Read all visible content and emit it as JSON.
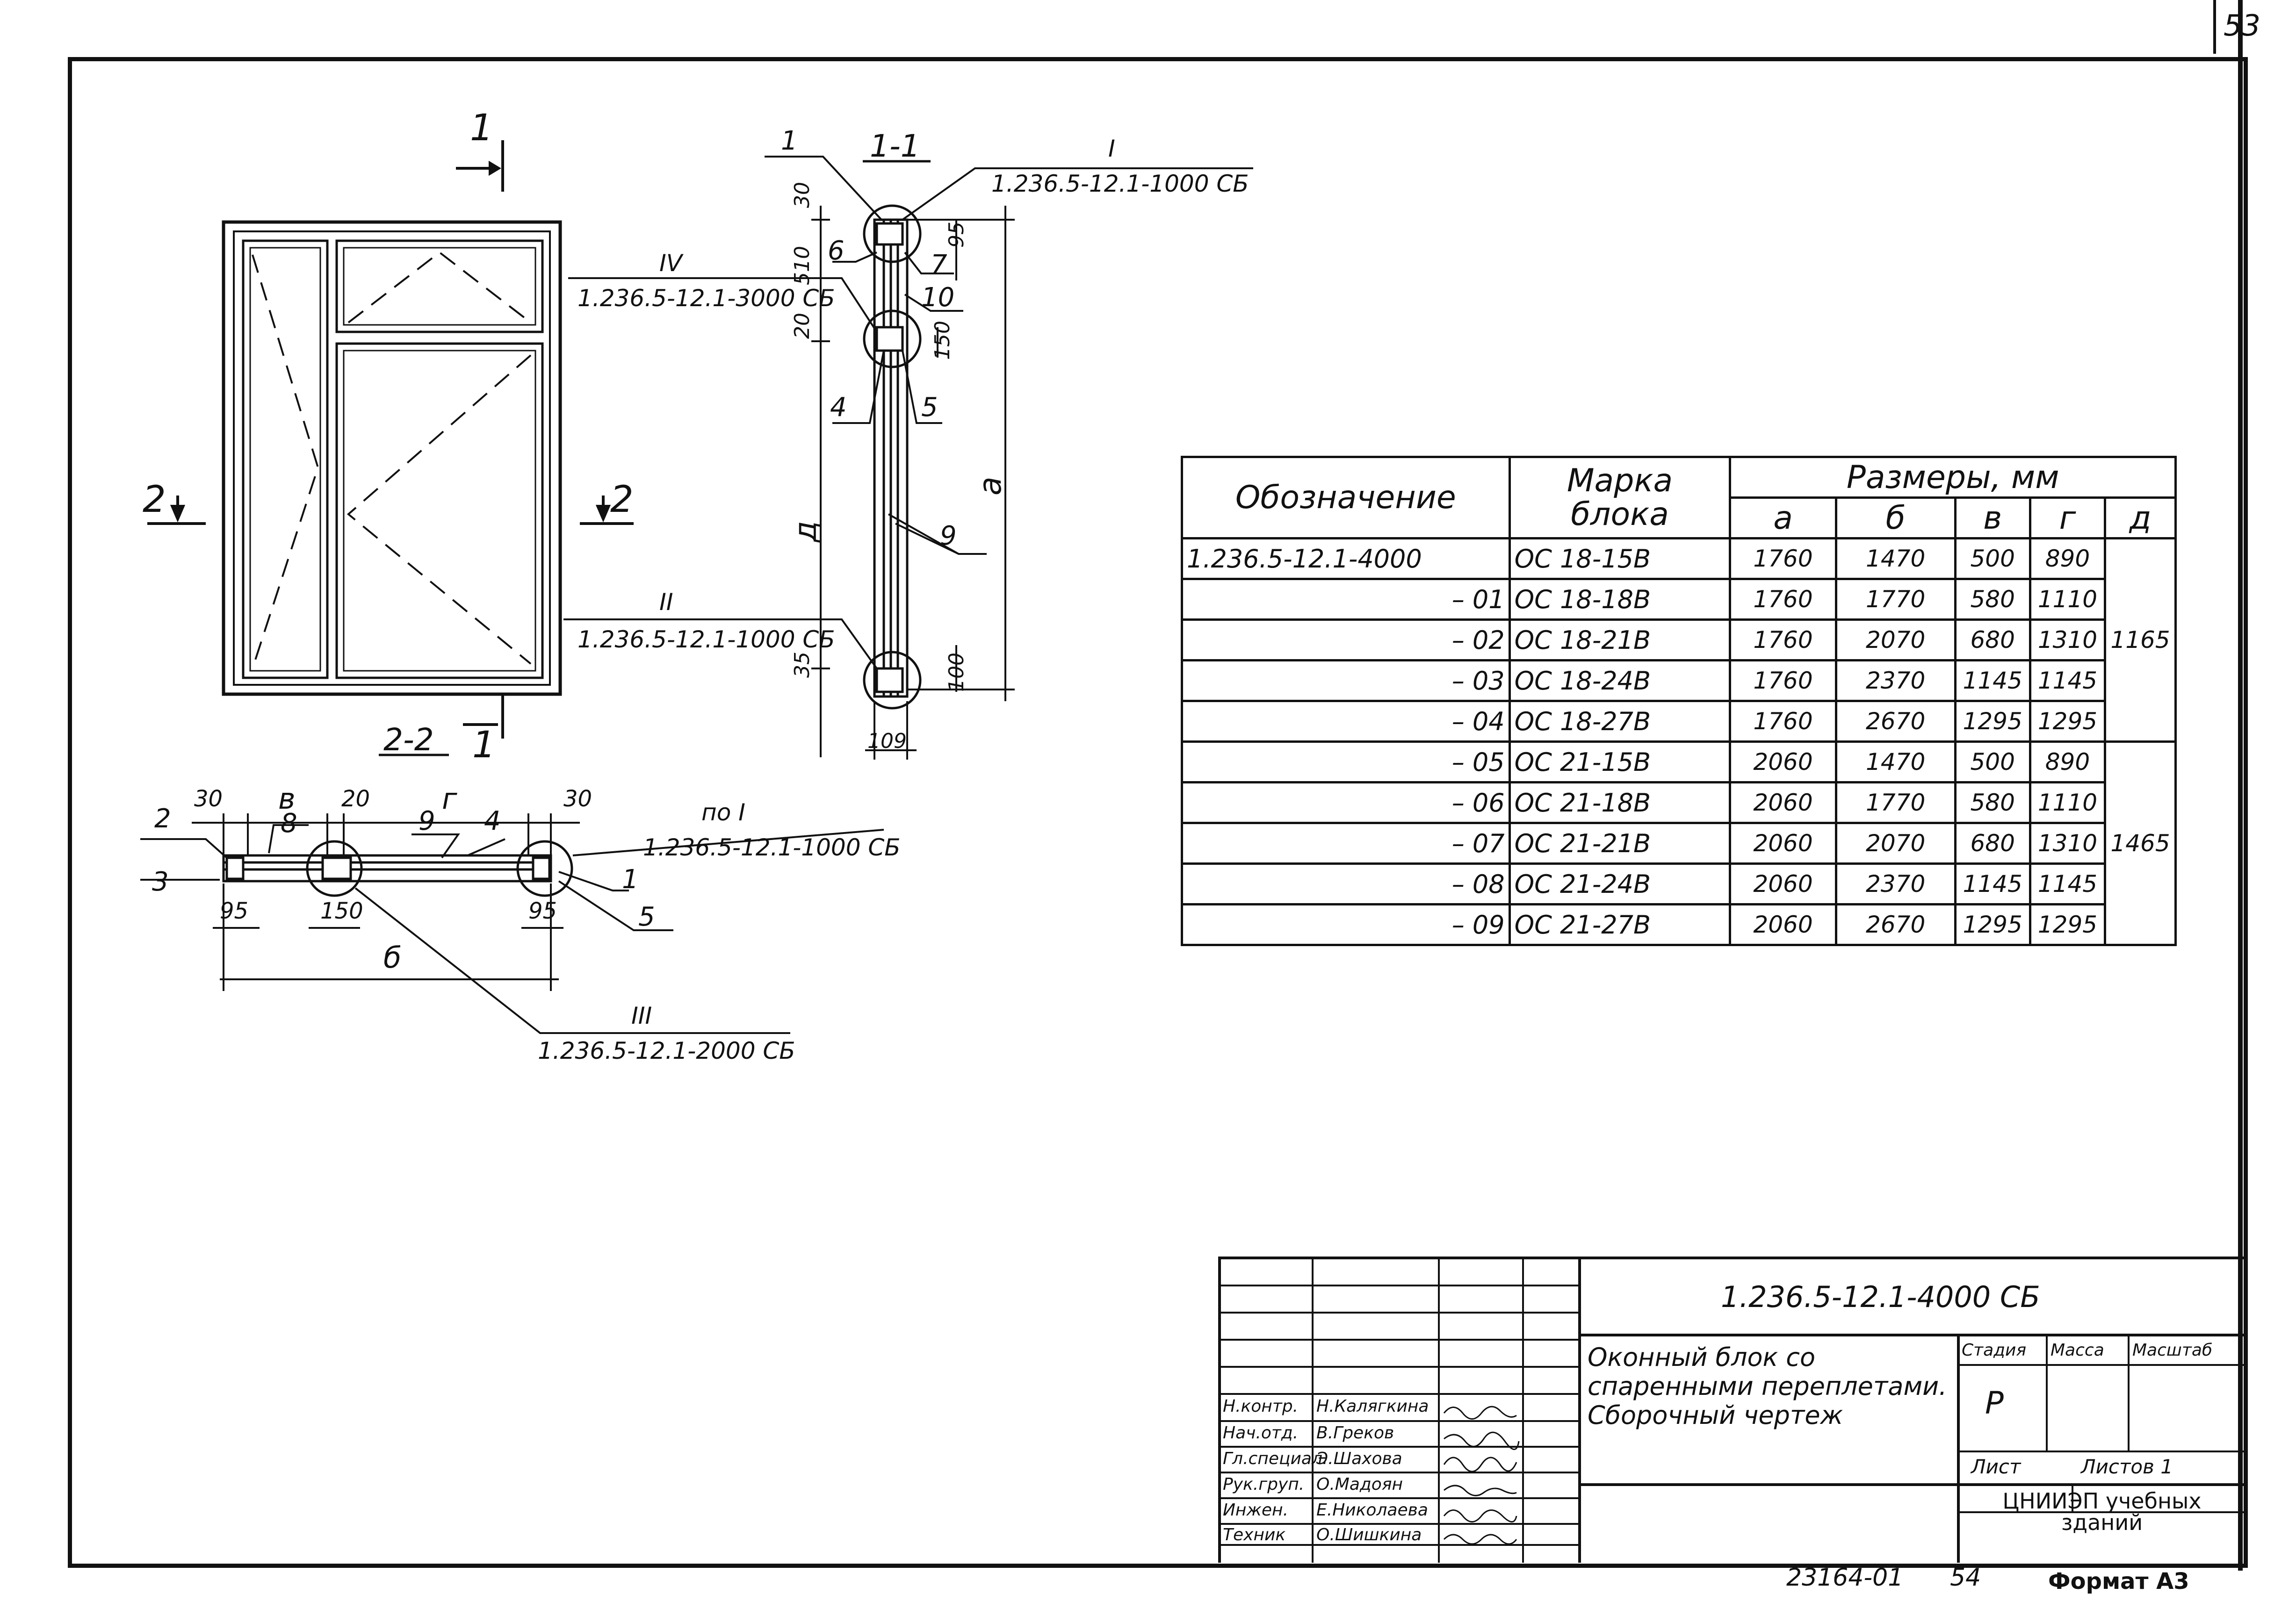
{
  "page_number": "53",
  "drawing": {
    "section_mark_1": "1",
    "section_mark_1_bottom": "1",
    "section_mark_2_left": "2",
    "section_mark_2_right": "2",
    "section_title_11": "1-1",
    "section_title_22": "2-2",
    "callouts": {
      "c1_roman": "I",
      "c1_code": "1.236.5-12.1-1000 СБ",
      "c4_roman": "IV",
      "c4_code": "1.236.5-12.1-3000 СБ",
      "c2_roman": "II",
      "c2_code": "1.236.5-12.1-1000 СБ",
      "c3_roman": "III",
      "c3_code": "1.236.5-12.1-2000 СБ",
      "po_roman": "по I",
      "po_code": "1.236.5-12.1-1000 СБ"
    },
    "section_dims": {
      "d30": "30",
      "d510": "510",
      "d20": "20",
      "d35": "35",
      "d95": "95",
      "d150": "150",
      "d100": "100",
      "d109": "109",
      "a": "а",
      "d": "д"
    },
    "plan_dims": {
      "d30a": "30",
      "v": "в",
      "d20": "20",
      "g": "г",
      "d30b": "30",
      "d95a": "95",
      "d150": "150",
      "d95b": "95",
      "b": "б"
    },
    "positions": {
      "p1": "1",
      "p2": "2",
      "p3": "3",
      "p4": "4",
      "p5": "5",
      "p6": "6",
      "p7": "7",
      "p8": "8",
      "p9": "9",
      "p10": "10",
      "s1": "1",
      "s4": "4",
      "s5": "5",
      "s9": "9"
    }
  },
  "spec_table": {
    "headers": {
      "designation": "Обозначение",
      "mark": "Марка блока",
      "sizes": "Размеры, мм",
      "a": "а",
      "b": "б",
      "v": "в",
      "g": "г",
      "d": "д"
    },
    "rows": [
      {
        "designation": "1.236.5-12.1-4000",
        "mark": "ОС 18-15В",
        "a": "1760",
        "b": "1470",
        "v": "500",
        "g": "890"
      },
      {
        "designation": "– 01",
        "mark": "ОС 18-18В",
        "a": "1760",
        "b": "1770",
        "v": "580",
        "g": "1110"
      },
      {
        "designation": "– 02",
        "mark": "ОС 18-21В",
        "a": "1760",
        "b": "2070",
        "v": "680",
        "g": "1310"
      },
      {
        "designation": "– 03",
        "mark": "ОС 18-24В",
        "a": "1760",
        "b": "2370",
        "v": "1145",
        "g": "1145"
      },
      {
        "designation": "– 04",
        "mark": "ОС 18-27В",
        "a": "1760",
        "b": "2670",
        "v": "1295",
        "g": "1295"
      },
      {
        "designation": "– 05",
        "mark": "ОС 21-15В",
        "a": "2060",
        "b": "1470",
        "v": "500",
        "g": "890"
      },
      {
        "designation": "– 06",
        "mark": "ОС 21-18В",
        "a": "2060",
        "b": "1770",
        "v": "580",
        "g": "1110"
      },
      {
        "designation": "– 07",
        "mark": "ОС 21-21В",
        "a": "2060",
        "b": "2070",
        "v": "680",
        "g": "1310"
      },
      {
        "designation": "– 08",
        "mark": "ОС 21-24В",
        "a": "2060",
        "b": "2370",
        "v": "1145",
        "g": "1145"
      },
      {
        "designation": "– 09",
        "mark": "ОС 21-27В",
        "a": "2060",
        "b": "2670",
        "v": "1295",
        "g": "1295"
      }
    ],
    "d_group1": "1165",
    "d_group2": "1465"
  },
  "title_block": {
    "code": "1.236.5-12.1-4000 СБ",
    "title": "Оконный блок со спаренными переплетами. Сборочный чертеж",
    "stage_label": "Стадия",
    "mass_label": "Масса",
    "scale_label": "Масштаб",
    "stage_value": "Р",
    "sheet_label": "Лист",
    "sheets_label": "Листов 1",
    "org": "ЦНИИЭП учебных зданий",
    "staff": [
      {
        "role": "Н.контр.",
        "name": "Н.Калягкина"
      },
      {
        "role": "Нач.отд.",
        "name": "В.Греков"
      },
      {
        "role": "Гл.специал.",
        "name": "Э.Шахова"
      },
      {
        "role": "Рук.груп.",
        "name": "О.Мадоян"
      },
      {
        "role": "Инжен.",
        "name": "Е.Николаева"
      },
      {
        "role": "Техник",
        "name": "О.Шишкина"
      }
    ]
  },
  "footer": {
    "inventory": "23164-01",
    "sheet_no": "54",
    "format": "Формат А3"
  }
}
